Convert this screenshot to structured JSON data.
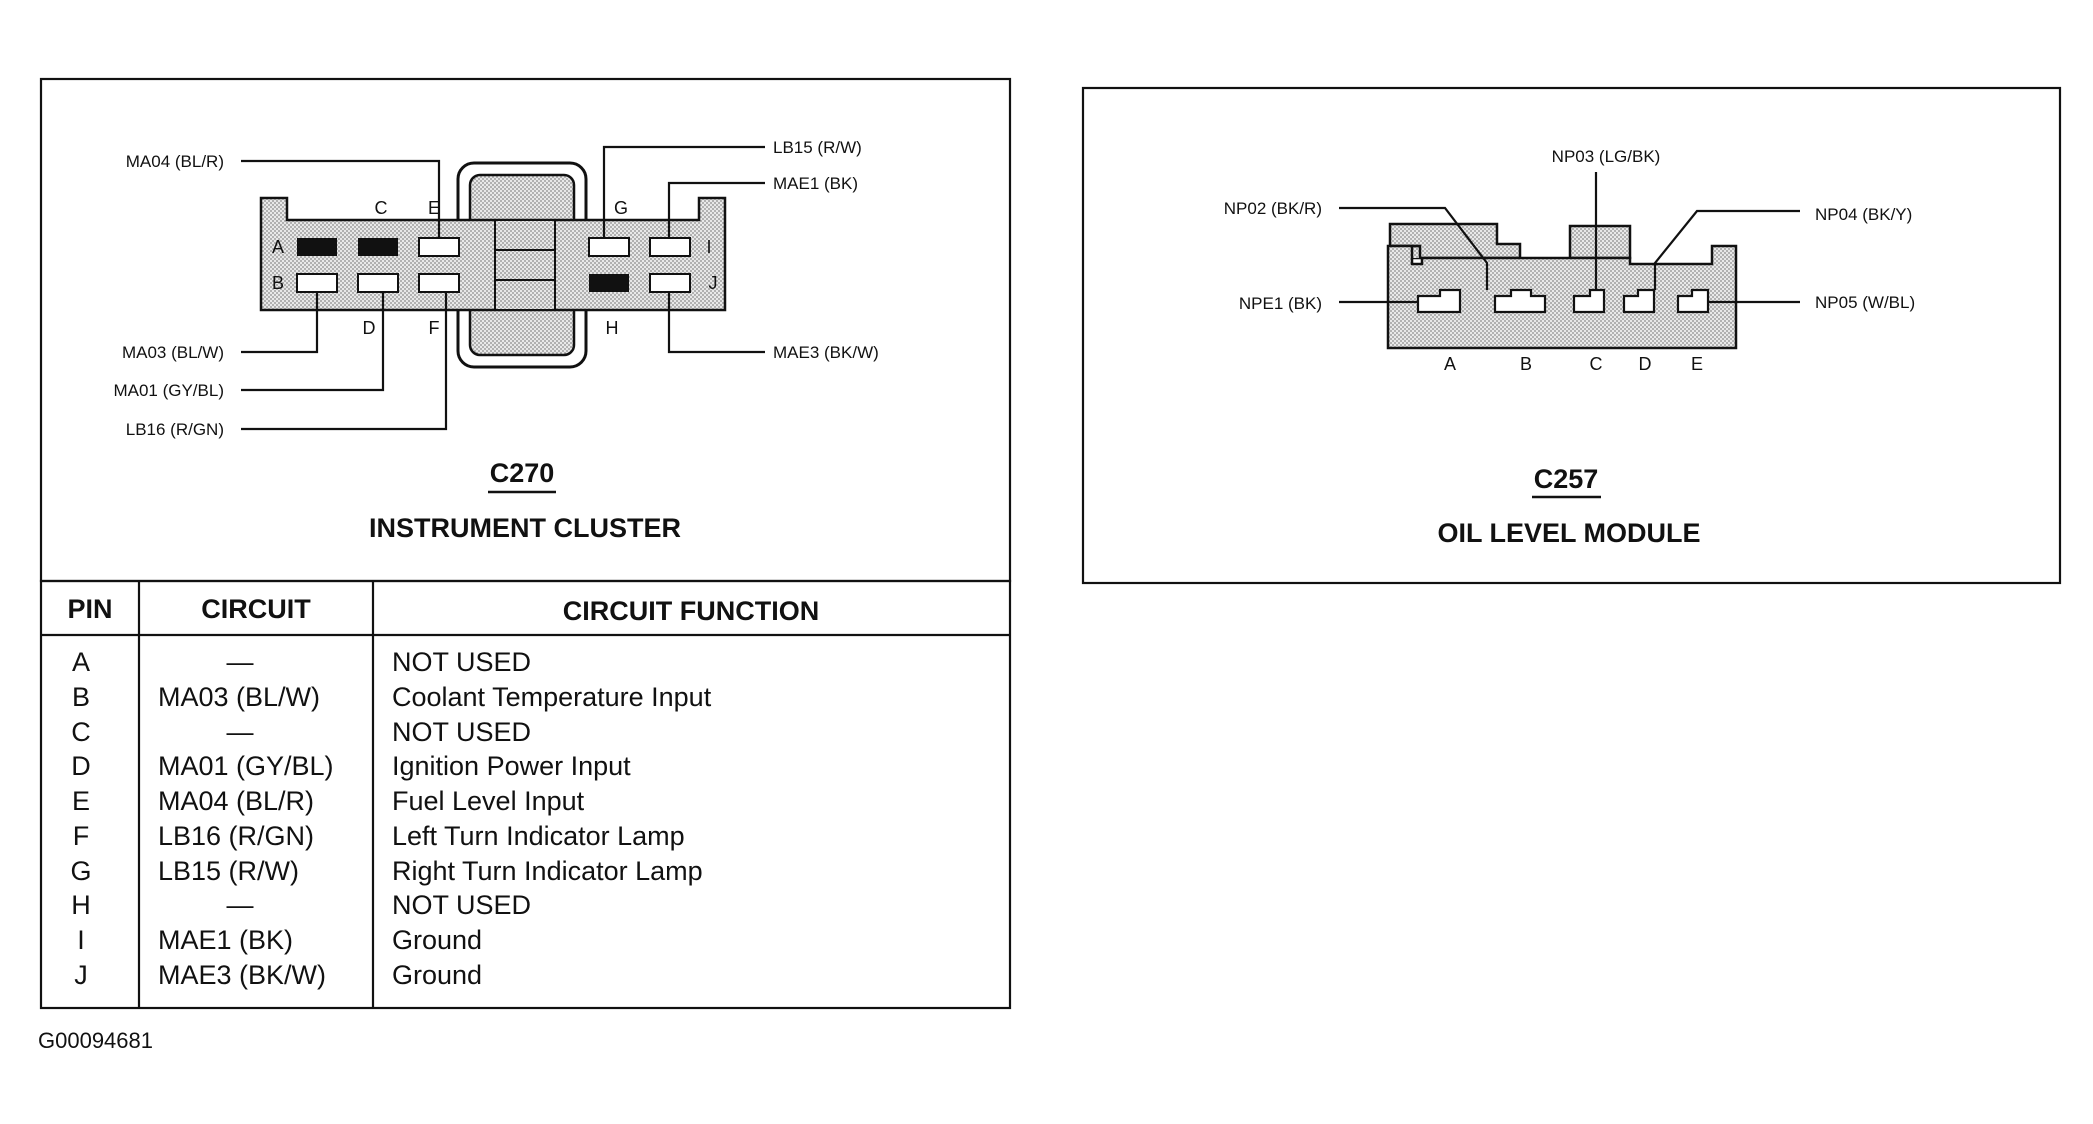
{
  "c270": {
    "connector_id": "C270",
    "connector_name": "INSTRUMENT CLUSTER",
    "wires": {
      "ma04": "MA04 (BL/R)",
      "ma03": "MA03 (BL/W)",
      "ma01": "MA01 (GY/BL)",
      "lb16": "LB16 (R/GN)",
      "lb15": "LB15 (R/W)",
      "mae1": "MAE1 (BK)",
      "mae3": "MAE3 (BK/W)"
    },
    "pin_letters": {
      "a": "A",
      "b": "B",
      "c": "C",
      "d": "D",
      "e": "E",
      "f": "F",
      "g": "G",
      "h": "H",
      "i": "I",
      "j": "J"
    },
    "table": {
      "headers": {
        "pin": "PIN",
        "circuit": "CIRCUIT",
        "function": "CIRCUIT FUNCTION"
      },
      "rows": [
        {
          "pin": "A",
          "circuit": "—",
          "function": "NOT USED"
        },
        {
          "pin": "B",
          "circuit": "MA03  (BL/W)",
          "function": "Coolant Temperature Input"
        },
        {
          "pin": "C",
          "circuit": "—",
          "function": "NOT USED"
        },
        {
          "pin": "D",
          "circuit": "MA01  (GY/BL)",
          "function": "Ignition Power Input"
        },
        {
          "pin": "E",
          "circuit": "MA04  (BL/R)",
          "function": "Fuel Level Input"
        },
        {
          "pin": "F",
          "circuit": "LB16  (R/GN)",
          "function": "Left Turn Indicator Lamp"
        },
        {
          "pin": "G",
          "circuit": "LB15  (R/W)",
          "function": "Right Turn Indicator Lamp"
        },
        {
          "pin": "H",
          "circuit": "—",
          "function": "NOT USED"
        },
        {
          "pin": "I",
          "circuit": "MAE1  (BK)",
          "function": "Ground"
        },
        {
          "pin": "J",
          "circuit": "MAE3  (BK/W)",
          "function": "Ground"
        }
      ]
    }
  },
  "c257": {
    "connector_id": "C257",
    "connector_name": "OIL LEVEL MODULE",
    "wires": {
      "np02": "NP02 (BK/R)",
      "np03": "NP03 (LG/BK)",
      "np04": "NP04 (BK/Y)",
      "npe1": "NPE1 (BK)",
      "np05": "NP05 (W/BL)"
    },
    "pin_letters": {
      "a": "A",
      "b": "B",
      "c": "C",
      "d": "D",
      "e": "E"
    }
  },
  "figure_id": "G00094681",
  "colors": {
    "ink": "#111111",
    "housing_fill": "#d6d6d6",
    "background": "#ffffff"
  }
}
